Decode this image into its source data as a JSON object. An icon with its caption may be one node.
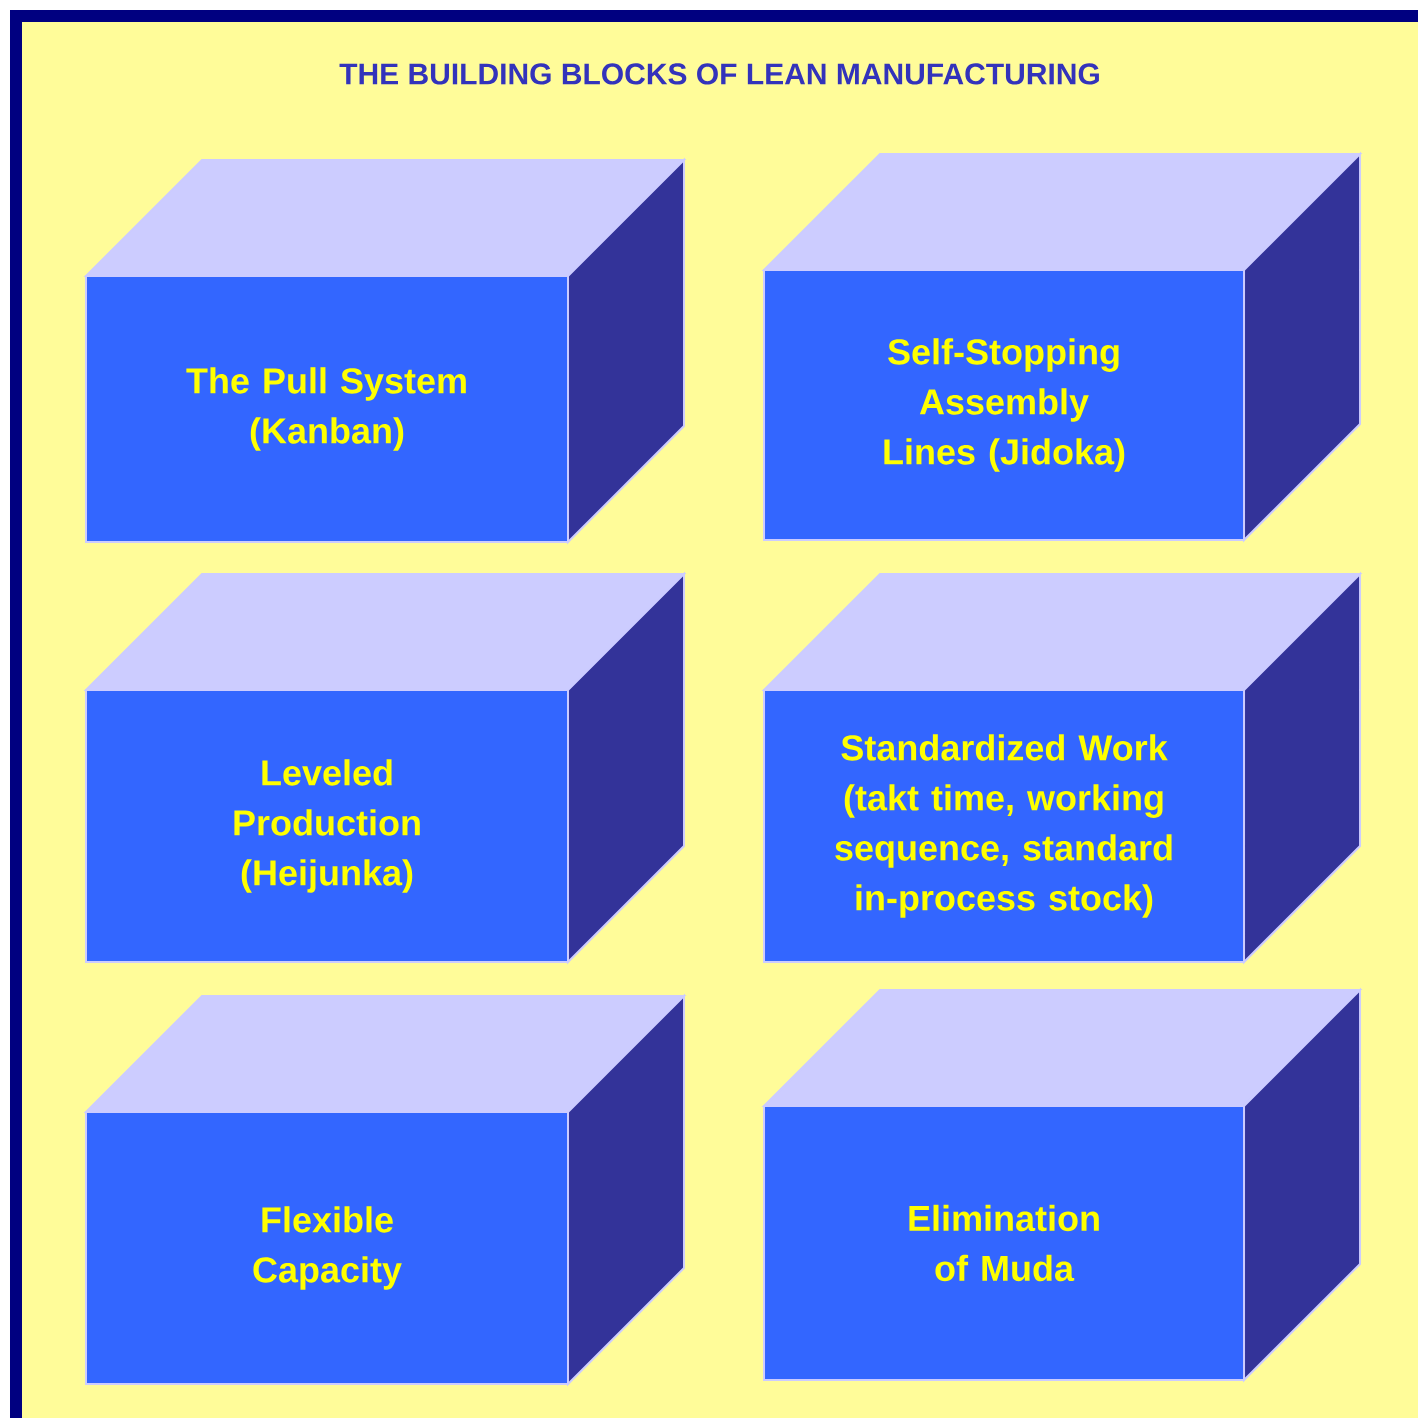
{
  "diagram": {
    "title": "THE BUILDING BLOCKS OF LEAN MANUFACTURING",
    "nodes": [
      {
        "text": [
          "The Pull System (Kanban)"
        ]
      },
      {
        "text": [
          "Self-Stopping Assembly Lines (Jidoka)"
        ]
      },
      {
        "text": [
          "Leveled Production (Heijunka)"
        ]
      },
      {
        "text": [
          "Standardized Work (takt time, working sequence, standard in-process stock)"
        ]
      },
      {
        "text": [
          "Flexible Capacity"
        ]
      },
      {
        "text": [
          "Elimination of Muda"
        ]
      }
    ]
  }
}
